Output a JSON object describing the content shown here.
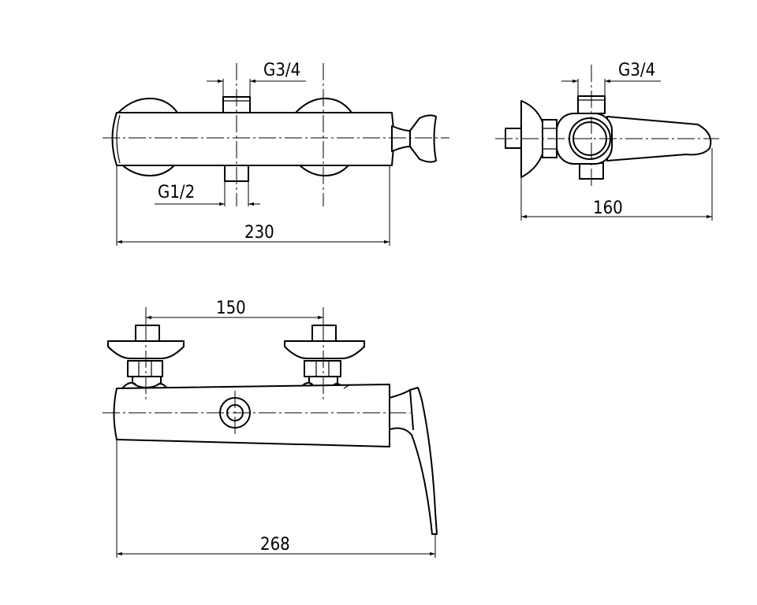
{
  "labels": {
    "top_outlet_thread": "G3/4",
    "top_inlet_thread": "G1/2",
    "top_overall_width": "230",
    "side_outlet_thread": "G3/4",
    "side_depth": "160",
    "front_centre_distance": "150",
    "front_overall_width": "268"
  }
}
